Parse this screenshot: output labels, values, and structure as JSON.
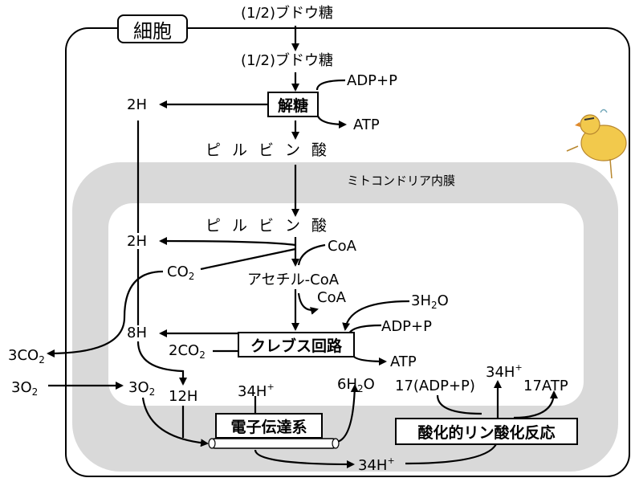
{
  "cell_label": "細胞",
  "membrane_label": "ミトコンドリア内膜",
  "glucose_outside": "(1/2)ブドウ糖",
  "glucose_inside": "(1/2)ブドウ糖",
  "glycolysis": {
    "box": "解糖",
    "adp": "ADP+P",
    "atp": "ATP",
    "h": "2H"
  },
  "pyruvate_cytosol": "ピルビン酸",
  "pyruvate_matrix": "ピルビン酸",
  "acetyl": {
    "coa_in": "CoA",
    "h": "2H",
    "co2_base": "CO",
    "co2_sub": "2",
    "acetyl_coa": "アセチル-CoA",
    "coa_out": "CoA"
  },
  "krebs": {
    "box": "クレブス回路",
    "water_h": "3H",
    "water_sub": "2",
    "water_o": "O",
    "adp": "ADP+P",
    "atp": "ATP",
    "h": "8H",
    "co2_coef": "2CO",
    "co2_sub": "2"
  },
  "outer": {
    "co2_out": "3CO",
    "co2_out_sub": "2",
    "o2_in": "3O",
    "o2_in_sub": "2"
  },
  "etc": {
    "o2": "3O",
    "o2_sub": "2",
    "h12": "12H",
    "h34": "34H",
    "h34_sup": "+",
    "box": "電子伝達系",
    "water_coef": "6H",
    "water_sub": "2",
    "water_o": "O",
    "h34_bottom": "34H",
    "h34_bottom_sup": "+"
  },
  "oxphos": {
    "adp": "17(ADP+P)",
    "h34": "34H",
    "h34_sup": "+",
    "atp": "17ATP",
    "box": "酸化的リン酸化反応"
  },
  "colors": {
    "membrane": "#d9d9d9",
    "line": "#000000",
    "chick_fill": "#f2c94c"
  },
  "icons": [
    "chick-doodle-icon"
  ]
}
